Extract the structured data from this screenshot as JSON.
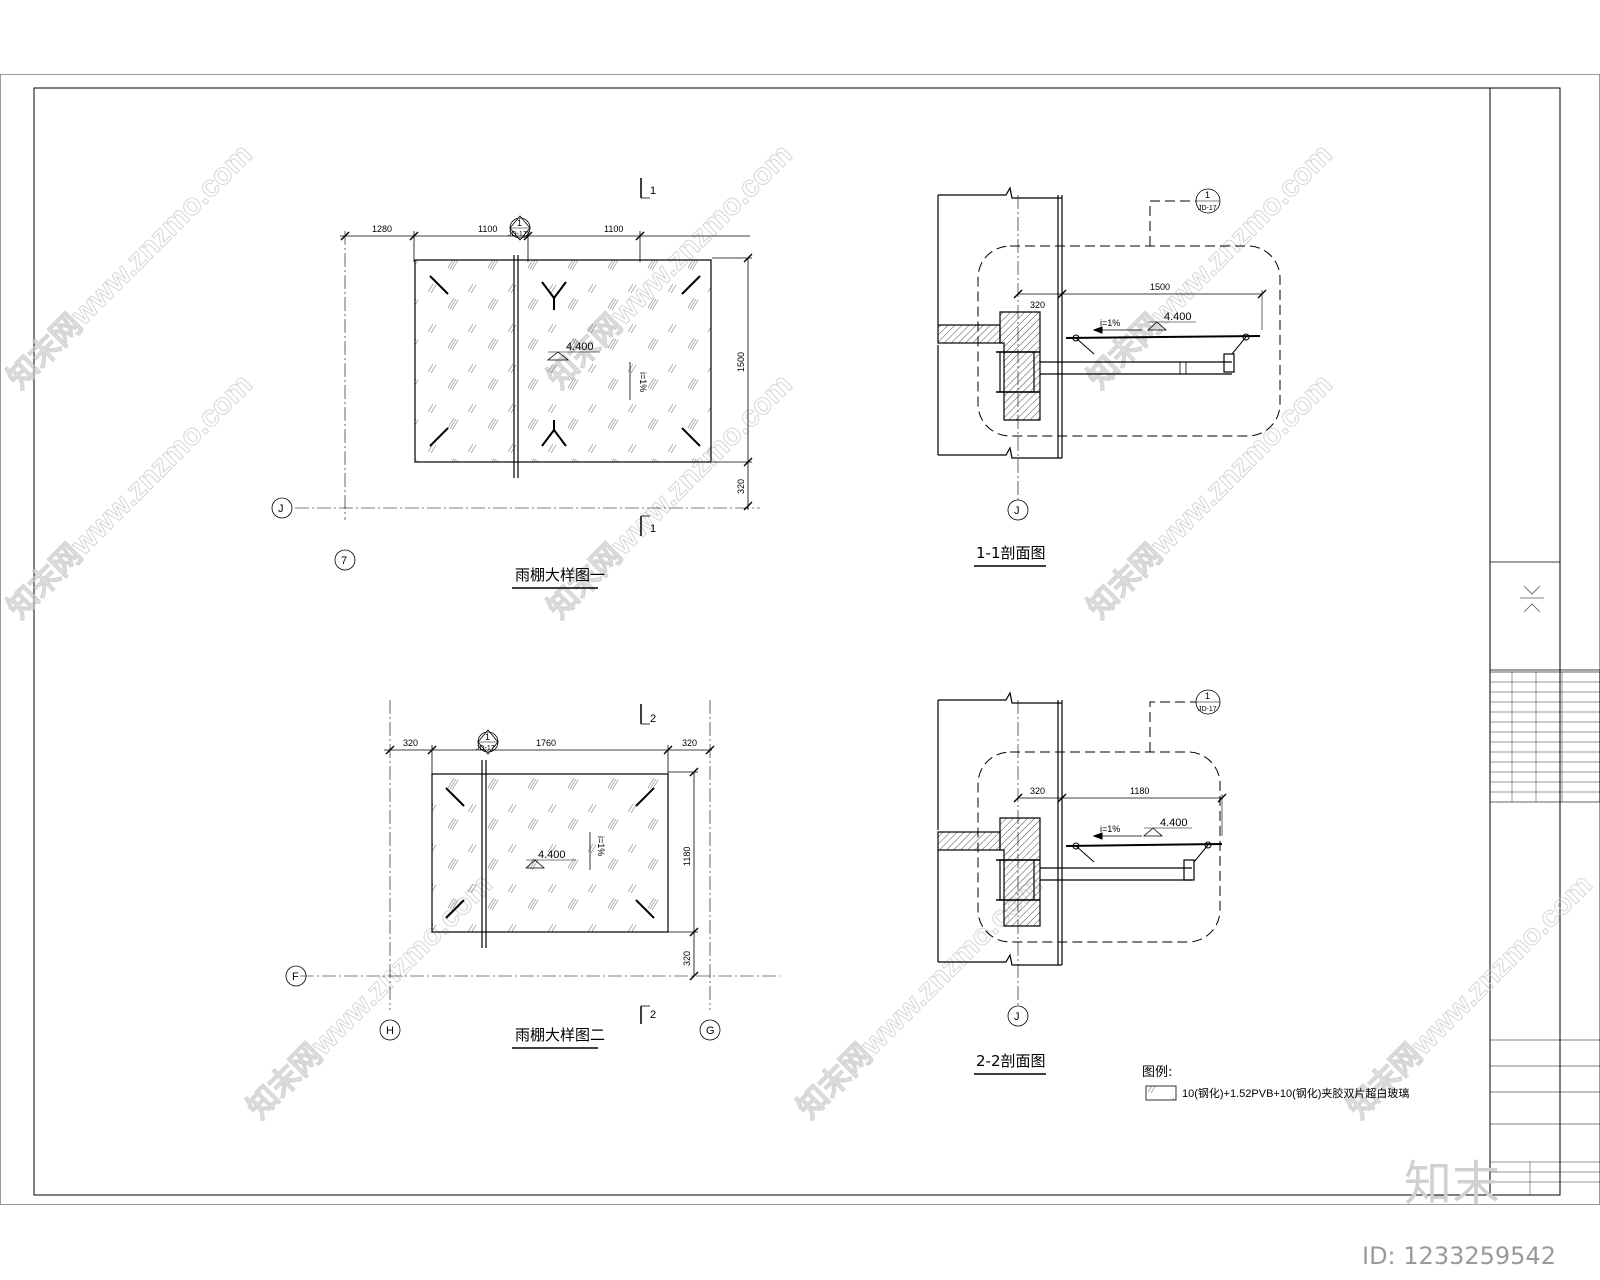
{
  "drawing_1": {
    "title": "雨棚大样图一",
    "dims_top": [
      "1280",
      "1100",
      "1100"
    ],
    "dim_right": "1500",
    "dim_right_bottom": "320",
    "elevation": "4.400",
    "slope": "i=1%",
    "section_mark": "1",
    "detail_ref_num": "1",
    "detail_ref_sheet": "JD-17",
    "grid_row": "J",
    "grid_col": "7"
  },
  "drawing_2": {
    "title": "雨棚大样图二",
    "dims_top": [
      "320",
      "1760",
      "320"
    ],
    "dim_right": "1180",
    "dim_right_bottom": "320",
    "elevation": "4.400",
    "slope": "i=1%",
    "section_mark": "2",
    "detail_ref_num": "1",
    "detail_ref_sheet": "JD-17",
    "grid_row": "F",
    "grid_col_left": "H",
    "grid_col_right": "G"
  },
  "section_1": {
    "title": "1-1剖面图",
    "dim_left": "320",
    "dim_span": "1500",
    "slope": "i=1%",
    "elevation": "4.400",
    "detail_ref_num": "1",
    "detail_ref_sheet": "JD-17",
    "grid": "J"
  },
  "section_2": {
    "title": "2-2剖面图",
    "dim_left": "320",
    "dim_span": "1180",
    "slope": "i=1%",
    "elevation": "4.400",
    "detail_ref_num": "1",
    "detail_ref_sheet": "JD-17",
    "grid": "J"
  },
  "legend": {
    "title": "图例:",
    "text": "10(钢化)+1.52PVB+10(钢化)夹胶双片超白玻璃"
  },
  "watermark": {
    "text": "知末网www.znzmo.com",
    "brand": "知末",
    "id": "ID: 1233259542"
  }
}
